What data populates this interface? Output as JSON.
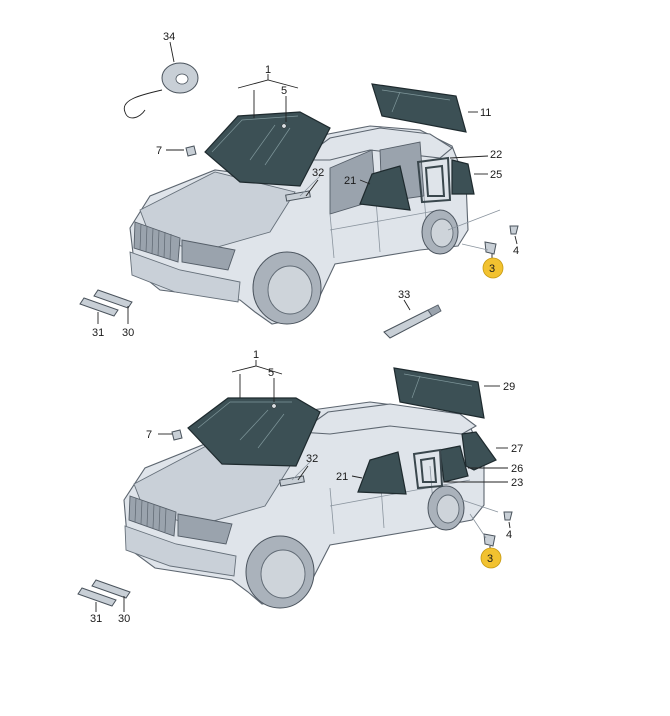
{
  "callouts": {
    "top": {
      "c34": "34",
      "c1": "1",
      "c5": "5",
      "c11": "11",
      "c7": "7",
      "c32": "32",
      "c22": "22",
      "c21": "21",
      "c25": "25",
      "c4": "4",
      "c3": "3",
      "c33": "33",
      "c31": "31",
      "c30": "30"
    },
    "bottom": {
      "c1": "1",
      "c5": "5",
      "c29": "29",
      "c7": "7",
      "c32": "32",
      "c27": "27",
      "c21": "21",
      "c26": "26",
      "c23": "23",
      "c4": "4",
      "c3": "3",
      "c31": "31",
      "c30": "30"
    }
  },
  "colors": {
    "glass": "#3c5055",
    "body": "#dfe4ea",
    "highlight": "#f2c230"
  }
}
